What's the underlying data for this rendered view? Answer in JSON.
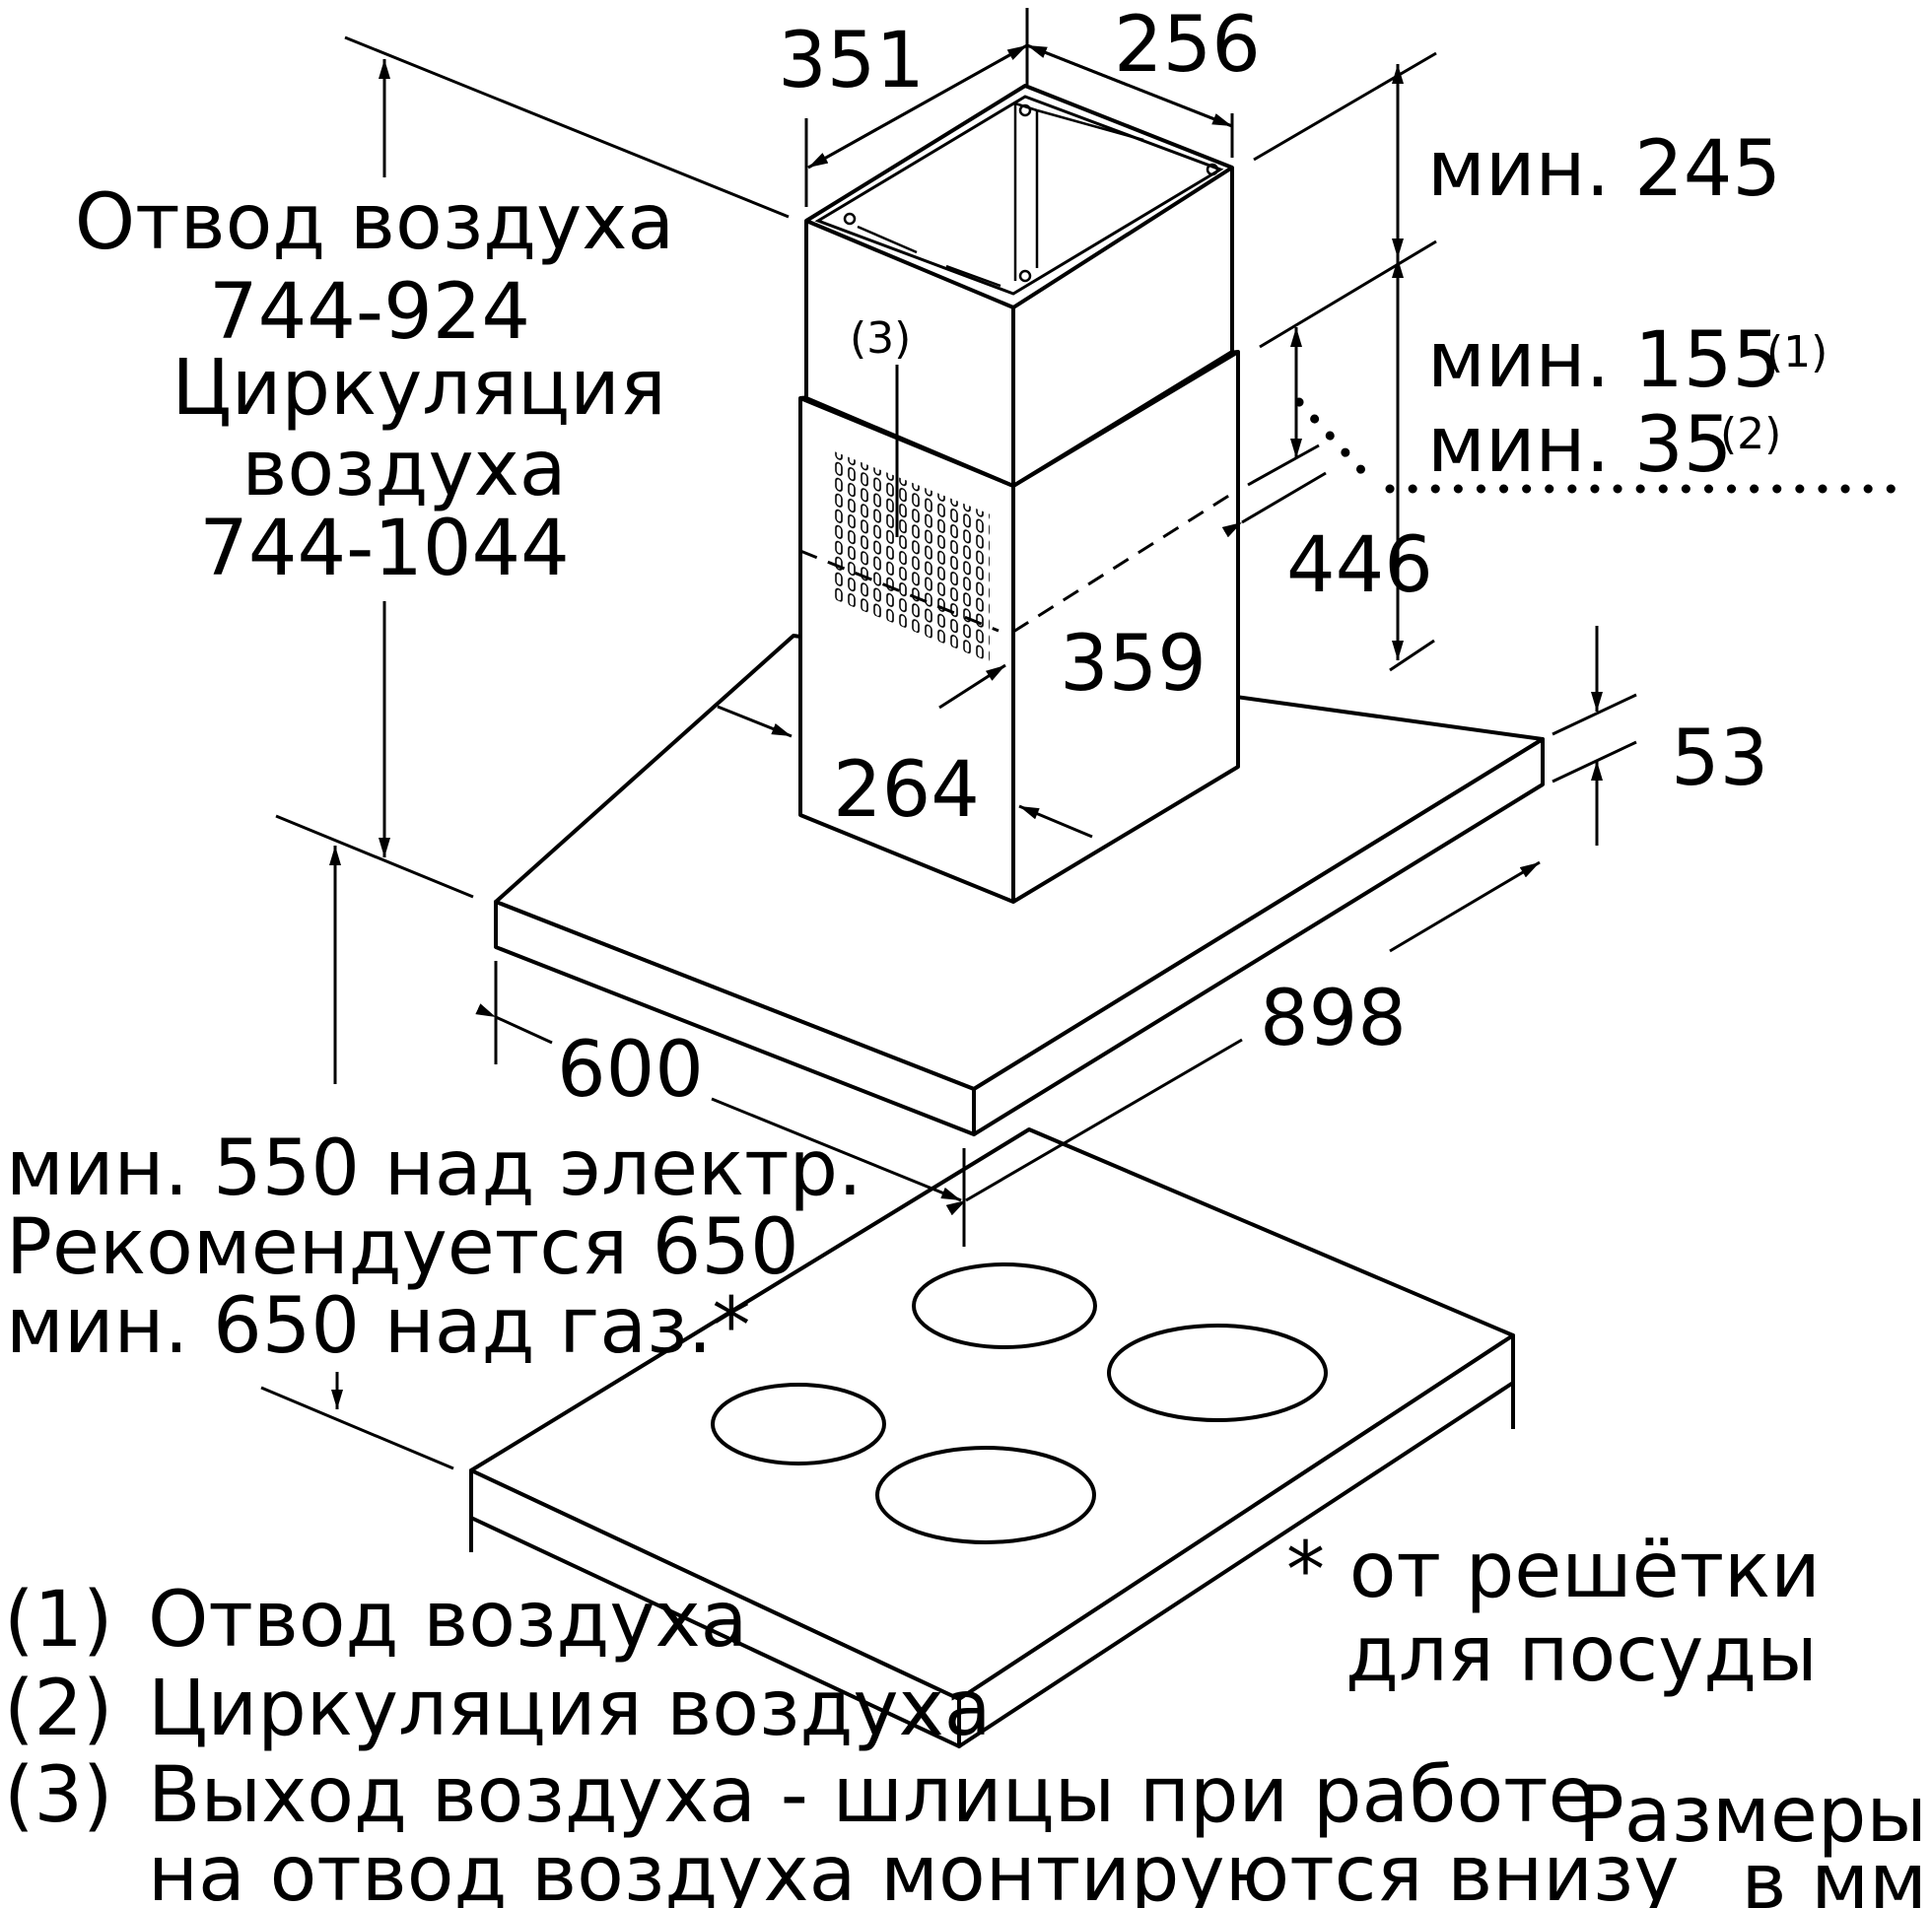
{
  "dimensions": {
    "chimney_width": "351",
    "chimney_depth": "256",
    "exhaust_min_top": "мин. 245",
    "exhaust_min_155": "мин. 155",
    "note_1": "(1)",
    "circulation_min_35": "мин. 35",
    "note_2": "(2)",
    "lower_chimney_height": "446",
    "lower_chimney_width": "359",
    "lower_chimney_depth": "264",
    "canopy_thickness": "53",
    "canopy_width": "898",
    "canopy_depth": "600",
    "slots_ref": "(3)"
  },
  "height_range": {
    "exhaust_label": "Отвод воздуха",
    "exhaust_range": "744-924",
    "circulation_label_1": "Циркуляция",
    "circulation_label_2": "воздуха",
    "circulation_range": "744-1044"
  },
  "clearance": {
    "line_1": "мин. 550 над электр.",
    "line_2": "Рекомендуется 650",
    "line_3": "мин. 650 над газ.*"
  },
  "footnote_star": {
    "line_1": "* от решётки",
    "line_2": "для посуды"
  },
  "legend": [
    {
      "num": "(1)",
      "text": "Отвод воздуха"
    },
    {
      "num": "(2)",
      "text": "Циркуляция воздуха"
    },
    {
      "num": "(3)",
      "text": "Выход воздуха - шлицы при работе",
      "text_2": "на отвод воздуха монтируются внизу"
    }
  ],
  "units": {
    "line_1": "Размеры",
    "line_2": "в мм"
  }
}
